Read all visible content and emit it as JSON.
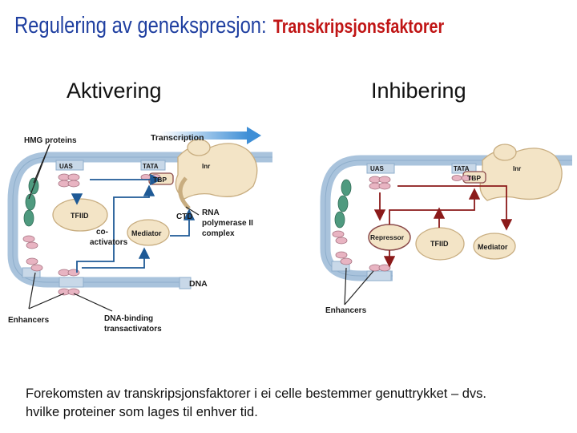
{
  "title": {
    "main": "Regulering av genekspresjon:",
    "sub": "Transkripsjonsfaktorer"
  },
  "headings": {
    "left": "Aktivering",
    "right": "Inhibering"
  },
  "left_diagram": {
    "hmg": "HMG proteins",
    "transcription": "Transcription",
    "uas": "UAS",
    "tata": "TATA",
    "inr": "Inr",
    "tbp": "TBP",
    "tfiid": "TFIID",
    "ctd": "CTD",
    "rna_line1": "RNA",
    "rna_line2": "polymerase II",
    "rna_line3": "complex",
    "coact_line1": "co-",
    "coact_line2": "activators",
    "mediator": "Mediator",
    "dna": "DNA",
    "enhancers": "Enhancers",
    "binding_line1": "DNA-binding",
    "binding_line2": "transactivators"
  },
  "right_diagram": {
    "uas": "UAS",
    "tata": "TATA",
    "inr": "Inr",
    "tbp": "TBP",
    "repressor": "Repressor",
    "tfiid": "TFIID",
    "mediator": "Mediator",
    "enhancers": "Enhancers"
  },
  "caption": {
    "line1": "Forekomsten av transkripsjonsfaktorer i ei celle bestemmer genuttrykket – dvs.",
    "line2": "hvilke proteiner som lages til enhver tid."
  },
  "colors": {
    "title_blue": "#1f3fa0",
    "title_red": "#c01515",
    "dna_blue": "#a9c3dc",
    "arrow_blue": "#1f5a96",
    "arrow_red": "#8b1a1a",
    "protein_beige": "#f3e4c6",
    "green": "#4f9a7f",
    "pink": "#e8b4c2"
  }
}
